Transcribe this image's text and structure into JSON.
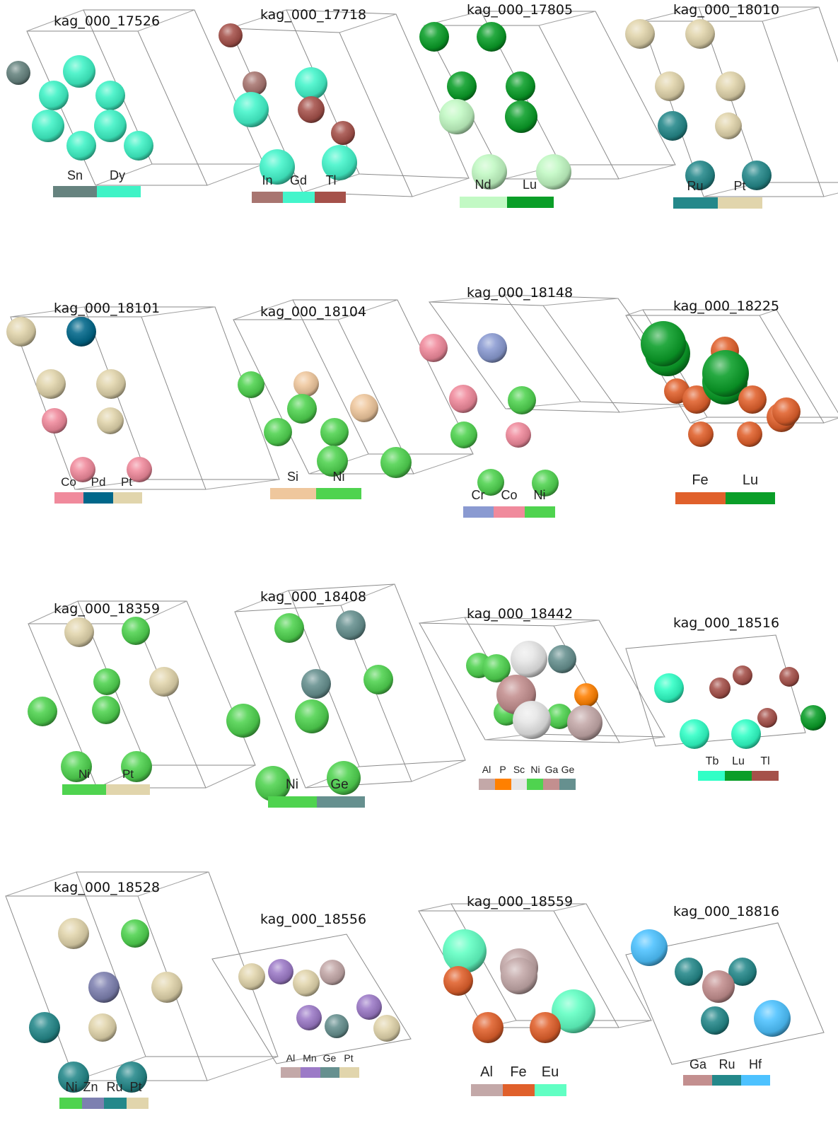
{
  "colors": {
    "Sn": "#66837f",
    "Dy": "#3ff3c6",
    "In": "#a87570",
    "Gd": "#43f5cb",
    "Tl": "#a5514a",
    "Nd": "#c2f9c4",
    "Lu": "#0a9e28",
    "Ru": "#24888a",
    "Pt": "#e1d5ac",
    "Co": "#f08a9c",
    "Pd": "#00678a",
    "Si": "#efc79d",
    "Ni": "#4fd34f",
    "Cr": "#8a9ad1",
    "Fe": "#e0602b",
    "Ge": "#66908f",
    "Al": "#c3a8a8",
    "P": "#ff8000",
    "Sc": "#e6e6e6",
    "Ga": "#c38f8f",
    "Tb": "#30ffc6",
    "Zn": "#7d80b0",
    "Mn": "#9c7ac7",
    "Eu": "#61ffc3",
    "Hf": "#4dc2ff"
  },
  "structures": [
    {
      "id": "kag_000_17526",
      "elements": [
        "Sn",
        "Dy"
      ],
      "atoms": [
        [
          "Sn",
          26,
          103,
          17
        ],
        [
          "Dy",
          112,
          101,
          23
        ],
        [
          "Dy",
          76,
          135,
          21
        ],
        [
          "Dy",
          156,
          135,
          21
        ],
        [
          "Dy",
          68,
          178,
          23
        ],
        [
          "Dy",
          156,
          178,
          23
        ],
        [
          "Dy",
          115,
          206,
          21
        ],
        [
          "Dy",
          196,
          206,
          21
        ]
      ]
    },
    {
      "id": "kag_000_17718",
      "elements": [
        "In",
        "Gd",
        "Tl"
      ],
      "atoms": [
        [
          "Tl",
          326,
          50,
          17
        ],
        [
          "In",
          360,
          118,
          17
        ],
        [
          "Gd",
          440,
          118,
          23
        ],
        [
          "Tl",
          440,
          155,
          19
        ],
        [
          "Gd",
          355,
          155,
          25
        ],
        [
          "Tl",
          485,
          188,
          17
        ],
        [
          "Gd",
          392,
          236,
          25
        ],
        [
          "Gd",
          480,
          230,
          25
        ]
      ]
    },
    {
      "id": "kag_000_17805",
      "elements": [
        "Nd",
        "Lu"
      ],
      "atoms": [
        [
          "Lu",
          614,
          52,
          21
        ],
        [
          "Lu",
          695,
          52,
          21
        ],
        [
          "Lu",
          653,
          122,
          21
        ],
        [
          "Lu",
          736,
          122,
          21
        ],
        [
          "Nd",
          646,
          165,
          25
        ],
        [
          "Lu",
          737,
          165,
          23
        ],
        [
          "Nd",
          692,
          243,
          25
        ],
        [
          "Nd",
          783,
          243,
          25
        ]
      ]
    },
    {
      "id": "kag_000_18010",
      "elements": [
        "Ru",
        "Pt"
      ],
      "atoms": [
        [
          "Pt",
          905,
          48,
          21
        ],
        [
          "Pt",
          990,
          48,
          21
        ],
        [
          "Pt",
          947,
          122,
          21
        ],
        [
          "Pt",
          1033,
          122,
          21
        ],
        [
          "Ru",
          951,
          178,
          21
        ],
        [
          "Pt",
          1030,
          178,
          19
        ],
        [
          "Ru",
          990,
          248,
          21
        ],
        [
          "Ru",
          1070,
          248,
          21
        ]
      ]
    },
    {
      "id": "kag_000_18101",
      "elements": [
        "Co",
        "Pd",
        "Pt"
      ],
      "atoms": [
        [
          "Pt",
          30,
          469,
          21
        ],
        [
          "Pd",
          115,
          469,
          21
        ],
        [
          "Pt",
          72,
          543,
          21
        ],
        [
          "Pt",
          157,
          543,
          21
        ],
        [
          "Co",
          77,
          595,
          18
        ],
        [
          "Pt",
          156,
          595,
          19
        ],
        [
          "Co",
          117,
          664,
          18
        ],
        [
          "Co",
          197,
          664,
          18
        ]
      ]
    },
    {
      "id": "kag_000_18104",
      "elements": [
        "Si",
        "Ni"
      ],
      "atoms": [
        [
          "Ni",
          355,
          544,
          19
        ],
        [
          "Si",
          433,
          543,
          18
        ],
        [
          "Ni",
          427,
          578,
          21
        ],
        [
          "Si",
          515,
          577,
          20
        ],
        [
          "Ni",
          393,
          611,
          20
        ],
        [
          "Ni",
          473,
          611,
          20
        ],
        [
          "Ni",
          470,
          652,
          22
        ],
        [
          "Ni",
          560,
          654,
          22
        ]
      ]
    },
    {
      "id": "kag_000_18148",
      "elements": [
        "Cr",
        "Co",
        "Ni"
      ],
      "atoms": [
        [
          "Co",
          613,
          492,
          20
        ],
        [
          "Cr",
          696,
          492,
          21
        ],
        [
          "Co",
          655,
          564,
          20
        ],
        [
          "Ni",
          738,
          566,
          20
        ],
        [
          "Ni",
          656,
          615,
          19
        ],
        [
          "Co",
          733,
          615,
          18
        ],
        [
          "Ni",
          694,
          682,
          19
        ],
        [
          "Ni",
          771,
          683,
          19
        ]
      ]
    },
    {
      "id": "kag_000_18225",
      "elements": [
        "Fe",
        "Lu"
      ],
      "atoms": [
        [
          "Lu",
          944,
          500,
          32
        ],
        [
          "Lu",
          938,
          486,
          32
        ],
        [
          "Fe",
          1025,
          496,
          20
        ],
        [
          "Fe",
          957,
          553,
          18
        ],
        [
          "Fe",
          985,
          565,
          20
        ],
        [
          "Lu",
          1025,
          540,
          32
        ],
        [
          "Lu",
          1026,
          528,
          33
        ],
        [
          "Fe",
          1064,
          565,
          20
        ],
        [
          "Fe",
          1105,
          590,
          21
        ],
        [
          "Fe",
          1112,
          582,
          20
        ],
        [
          "Fe",
          991,
          614,
          18
        ],
        [
          "Fe",
          1060,
          614,
          18
        ]
      ]
    },
    {
      "id": "kag_000_18359",
      "elements": [
        "Ni",
        "Pt"
      ],
      "atoms": [
        [
          "Pt",
          112,
          894,
          21
        ],
        [
          "Ni",
          192,
          892,
          20
        ],
        [
          "Ni",
          151,
          964,
          19
        ],
        [
          "Pt",
          232,
          964,
          21
        ],
        [
          "Ni",
          150,
          1004,
          20
        ],
        [
          "Ni",
          60,
          1006,
          21
        ],
        [
          "Ni",
          108,
          1084,
          22
        ],
        [
          "Ni",
          193,
          1084,
          22
        ]
      ]
    },
    {
      "id": "kag_000_18408",
      "elements": [
        "Ni",
        "Ge"
      ],
      "atoms": [
        [
          "Ni",
          409,
          888,
          21
        ],
        [
          "Ge",
          496,
          884,
          21
        ],
        [
          "Ge",
          447,
          967,
          21
        ],
        [
          "Ni",
          535,
          961,
          21
        ],
        [
          "Ni",
          441,
          1013,
          24
        ],
        [
          "Ni",
          344,
          1019,
          24
        ],
        [
          "Ni",
          386,
          1108,
          25
        ],
        [
          "Ni",
          486,
          1100,
          24
        ]
      ]
    },
    {
      "id": "kag_000_18442",
      "elements": [
        "Al",
        "P",
        "Sc",
        "Ni",
        "Ga",
        "Ge"
      ],
      "atoms": [
        [
          "Ni",
          677,
          941,
          18
        ],
        [
          "Ni",
          702,
          945,
          20
        ],
        [
          "Sc",
          748,
          932,
          26
        ],
        [
          "Ge",
          795,
          932,
          20
        ],
        [
          "P",
          829,
          983,
          17
        ],
        [
          "Ni",
          716,
          1008,
          18
        ],
        [
          "Ni",
          791,
          1013,
          18
        ],
        [
          "Ga",
          730,
          982,
          28
        ],
        [
          "Sc",
          752,
          1018,
          27
        ],
        [
          "Al",
          827,
          1022,
          25
        ]
      ]
    },
    {
      "id": "kag_000_18516",
      "elements": [
        "Tb",
        "Lu",
        "Tl"
      ],
      "atoms": [
        [
          "Tb",
          946,
          973,
          21
        ],
        [
          "Tl",
          1018,
          973,
          15
        ],
        [
          "Tl",
          1050,
          955,
          14
        ],
        [
          "Tl",
          1116,
          957,
          14
        ],
        [
          "Lu",
          1150,
          1015,
          18
        ],
        [
          "Tl",
          1085,
          1015,
          14
        ],
        [
          "Tb",
          982,
          1038,
          21
        ],
        [
          "Tb",
          1055,
          1038,
          21
        ]
      ]
    },
    {
      "id": "kag_000_18528",
      "elements": [
        "Ni",
        "Zn",
        "Ru",
        "Pt"
      ],
      "atoms": [
        [
          "Pt",
          104,
          1320,
          22
        ],
        [
          "Ni",
          191,
          1320,
          20
        ],
        [
          "Zn",
          147,
          1396,
          22
        ],
        [
          "Pt",
          236,
          1396,
          22
        ],
        [
          "Ru",
          63,
          1453,
          22
        ],
        [
          "Pt",
          145,
          1453,
          20
        ],
        [
          "Ru",
          104,
          1523,
          22
        ],
        [
          "Ru",
          186,
          1523,
          22
        ]
      ]
    },
    {
      "id": "kag_000_18556",
      "elements": [
        "Al",
        "Mn",
        "Ge",
        "Pt"
      ],
      "atoms": [
        [
          "Pt",
          356,
          1381,
          19
        ],
        [
          "Mn",
          397,
          1374,
          18
        ],
        [
          "Al",
          470,
          1375,
          18
        ],
        [
          "Pt",
          433,
          1390,
          19
        ],
        [
          "Mn",
          522,
          1424,
          18
        ],
        [
          "Mn",
          437,
          1439,
          18
        ],
        [
          "Ge",
          476,
          1451,
          17
        ],
        [
          "Pt",
          547,
          1454,
          19
        ]
      ]
    },
    {
      "id": "kag_000_18559",
      "elements": [
        "Al",
        "Fe",
        "Eu"
      ],
      "atoms": [
        [
          "Eu",
          657,
          1345,
          31
        ],
        [
          "Al",
          734,
          1368,
          27
        ],
        [
          "Al",
          734,
          1380,
          26
        ],
        [
          "Fe",
          648,
          1387,
          21
        ],
        [
          "Eu",
          811,
          1430,
          31
        ],
        [
          "Fe",
          690,
          1453,
          22
        ],
        [
          "Fe",
          771,
          1453,
          22
        ]
      ]
    },
    {
      "id": "kag_000_18816",
      "elements": [
        "Ga",
        "Ru",
        "Hf"
      ],
      "atoms": [
        [
          "Hf",
          918,
          1340,
          26
        ],
        [
          "Ru",
          974,
          1374,
          20
        ],
        [
          "Ru",
          1050,
          1374,
          20
        ],
        [
          "Ga",
          1016,
          1395,
          23
        ],
        [
          "Ru",
          1011,
          1443,
          20
        ],
        [
          "Hf",
          1092,
          1440,
          26
        ]
      ]
    }
  ]
}
